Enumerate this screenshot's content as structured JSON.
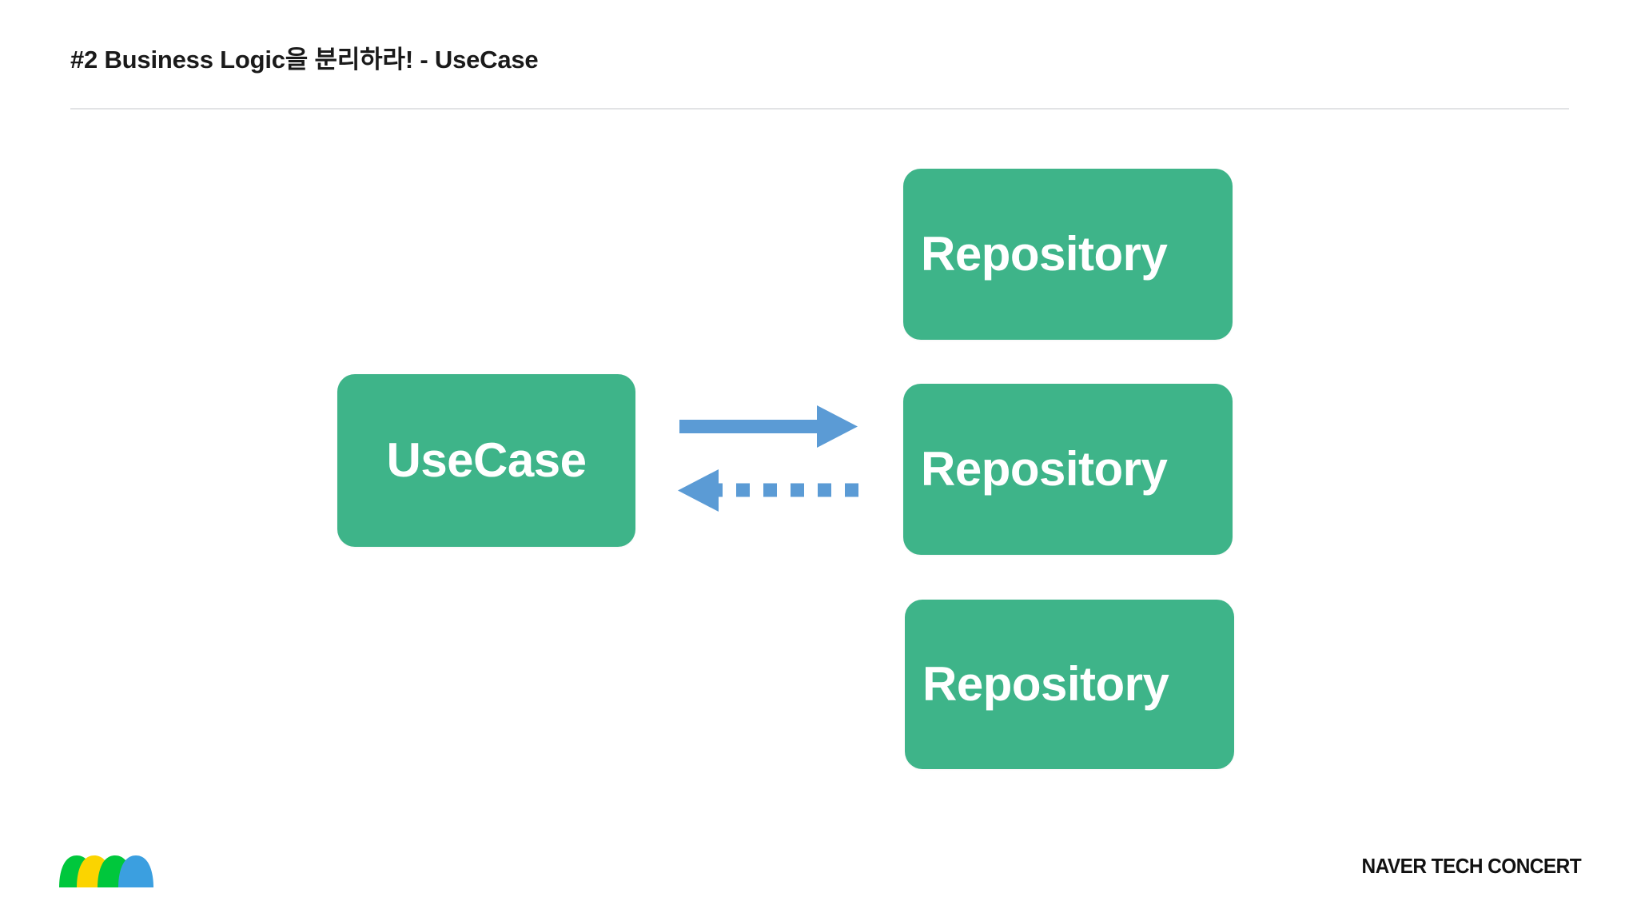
{
  "slide": {
    "title": "#2 Business Logic을 분리하라! - UseCase",
    "background_color": "#ffffff",
    "divider_color": "#e2e3e5"
  },
  "diagram": {
    "type": "block-diagram",
    "node_fill_color": "#3eb489",
    "node_text_color": "#ffffff",
    "arrow_color": "#5b9bd5",
    "nodes": [
      {
        "id": "usecase",
        "label": "UseCase"
      },
      {
        "id": "repository-1",
        "label": "Repository"
      },
      {
        "id": "repository-2",
        "label": "Repository"
      },
      {
        "id": "repository-3",
        "label": "Repository"
      }
    ],
    "connectors": [
      {
        "id": "usecase-to-repository",
        "style": "solid",
        "direction": "right"
      },
      {
        "id": "repository-to-usecase",
        "style": "dashed",
        "direction": "left"
      }
    ]
  },
  "footer": {
    "brand": "NAVER TECH CONCERT",
    "logo_colors": {
      "yellow": "#fbd400",
      "green": "#00c73c",
      "blue": "#3b9fe0"
    }
  }
}
